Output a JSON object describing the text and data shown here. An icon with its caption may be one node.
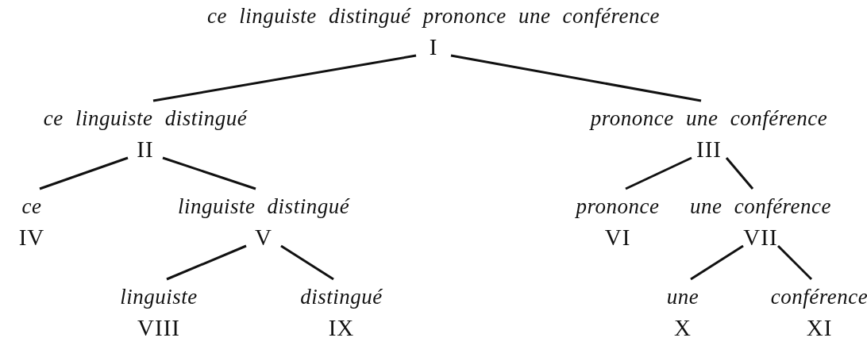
{
  "diagram": {
    "nodes": [
      {
        "text": [
          "ce linguiste distingué prononce une conférence",
          "I"
        ]
      },
      {
        "text": [
          "ce linguiste distingué",
          "II"
        ]
      },
      {
        "text": [
          "prononce une conférence",
          "III"
        ]
      },
      {
        "text": [
          "ce",
          "IV"
        ]
      },
      {
        "text": [
          "linguiste distingué",
          "V"
        ]
      },
      {
        "text": [
          "prononce",
          "VI"
        ]
      },
      {
        "text": [
          "une conférence",
          "VII"
        ]
      },
      {
        "text": [
          "linguiste",
          "VIII"
        ]
      },
      {
        "text": [
          "distingué",
          "IX"
        ]
      },
      {
        "text": [
          "une",
          "X"
        ]
      },
      {
        "text": [
          "conférence",
          "XI"
        ]
      }
    ],
    "edges": [
      {
        "from": 0,
        "to": 1,
        "arrow": "none"
      },
      {
        "from": 0,
        "to": 2,
        "arrow": "none"
      },
      {
        "from": 1,
        "to": 3,
        "arrow": "none"
      },
      {
        "from": 1,
        "to": 4,
        "arrow": "none"
      },
      {
        "from": 2,
        "to": 5,
        "arrow": "none"
      },
      {
        "from": 2,
        "to": 6,
        "arrow": "none"
      },
      {
        "from": 4,
        "to": 7,
        "arrow": "none"
      },
      {
        "from": 4,
        "to": 8,
        "arrow": "none"
      },
      {
        "from": 6,
        "to": 9,
        "arrow": "none"
      },
      {
        "from": 6,
        "to": 10,
        "arrow": "none"
      }
    ]
  }
}
